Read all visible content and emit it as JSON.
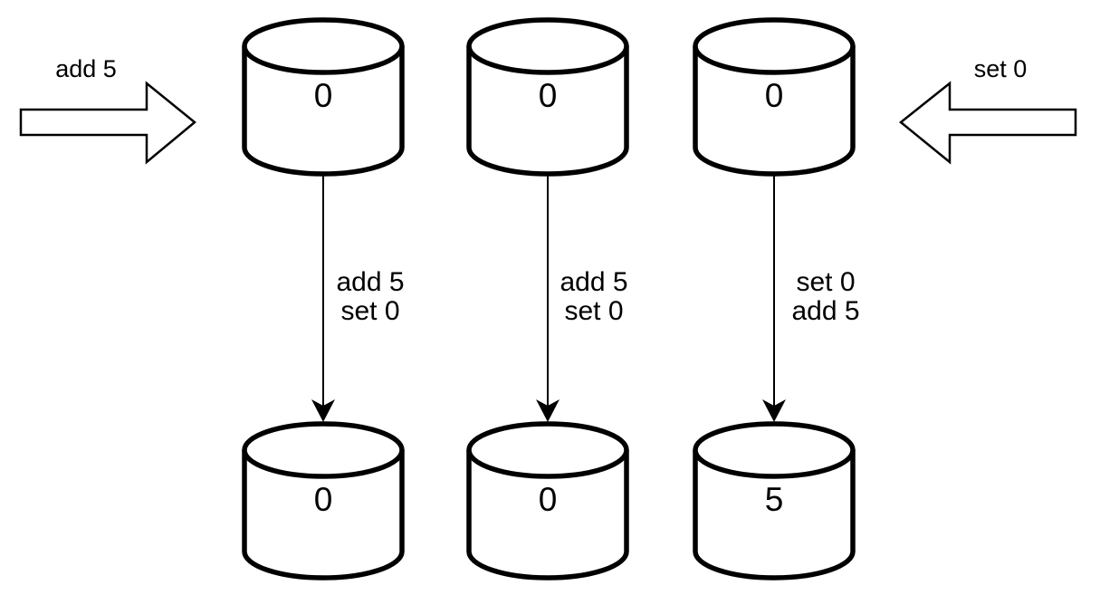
{
  "colors": {
    "stroke": "#000000",
    "fill": "#ffffff",
    "text": "#000000"
  },
  "incoming_operations": {
    "left": {
      "label": "add 5",
      "arrow_direction": "right"
    },
    "right": {
      "label": "set 0",
      "arrow_direction": "left"
    }
  },
  "replicas": [
    {
      "initial_value": "0",
      "applied_ops": [
        "add 5",
        "set 0"
      ],
      "final_value": "0"
    },
    {
      "initial_value": "0",
      "applied_ops": [
        "add 5",
        "set 0"
      ],
      "final_value": "0"
    },
    {
      "initial_value": "0",
      "applied_ops": [
        "set 0",
        "add 5"
      ],
      "final_value": "5"
    }
  ]
}
